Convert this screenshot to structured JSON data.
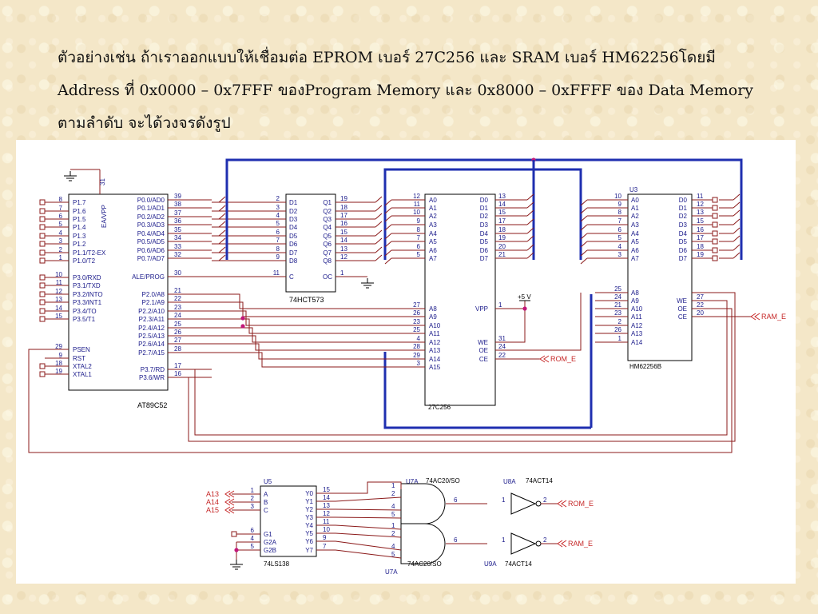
{
  "caption": {
    "line1": "ตัวอย่างเช่น ถ้าเราออกแบบให้เชื่อมต่อ EPROM เบอร์ 27C256 และ SRAM เบอร์ HM62256โดยมี",
    "line2": "Address ที่ 0x0000 – 0x7FFF ของProgram Memory และ 0x8000 – 0xFFFF ของ Data Memory",
    "line3": "ตามลำดับ จะได้วงจรดังรูป"
  },
  "mcu": {
    "name": "AT89C52",
    "ea_pin": "31",
    "ea_label": "EA/VPP",
    "left_pins": [
      {
        "num": "8",
        "label": "P1.7"
      },
      {
        "num": "7",
        "label": "P1.6"
      },
      {
        "num": "6",
        "label": "P1.5"
      },
      {
        "num": "5",
        "label": "P1.4"
      },
      {
        "num": "4",
        "label": "P1.3"
      },
      {
        "num": "3",
        "label": "P1.2"
      },
      {
        "num": "2",
        "label": "P1.1/T2-EX"
      },
      {
        "num": "1",
        "label": "P1.0/T2"
      },
      {
        "num": "10",
        "label": "P3.0/RXD"
      },
      {
        "num": "11",
        "label": "P3.1/TXD"
      },
      {
        "num": "12",
        "label": "P3.2/INTO"
      },
      {
        "num": "13",
        "label": "P3.3/INT1"
      },
      {
        "num": "14",
        "label": "P3.4/TO"
      },
      {
        "num": "15",
        "label": "P3.5/T1"
      },
      {
        "num": "29",
        "label": "PSEN"
      },
      {
        "num": "9",
        "label": "RST"
      },
      {
        "num": "18",
        "label": "XTAL2"
      },
      {
        "num": "19",
        "label": "XTAL1"
      }
    ],
    "right_pins": [
      {
        "num": "39",
        "label": "P0.0/AD0"
      },
      {
        "num": "38",
        "label": "P0.1/AD1"
      },
      {
        "num": "37",
        "label": "P0.2/AD2"
      },
      {
        "num": "36",
        "label": "P0.3/AD3"
      },
      {
        "num": "35",
        "label": "P0.4/AD4"
      },
      {
        "num": "34",
        "label": "P0.5/AD5"
      },
      {
        "num": "33",
        "label": "P0.6/AD6"
      },
      {
        "num": "32",
        "label": "P0.7/AD7"
      },
      {
        "num": "30",
        "label": "ALE/PROG"
      },
      {
        "num": "21",
        "label": "P2.0/A8"
      },
      {
        "num": "22",
        "label": "P2.1/A9"
      },
      {
        "num": "23",
        "label": "P2.2/A10"
      },
      {
        "num": "24",
        "label": "P2.3/A11"
      },
      {
        "num": "25",
        "label": "P2.4/A12"
      },
      {
        "num": "26",
        "label": "P2.5/A13"
      },
      {
        "num": "27",
        "label": "P2.6/A14"
      },
      {
        "num": "28",
        "label": "P2.7/A15"
      },
      {
        "num": "17",
        "label": "P3.7/RD"
      },
      {
        "num": "16",
        "label": "P3.6/WR"
      }
    ]
  },
  "latch": {
    "name": "74HCT573",
    "d_pins": [
      {
        "num": "2",
        "label": "D1"
      },
      {
        "num": "3",
        "label": "D2"
      },
      {
        "num": "4",
        "label": "D3"
      },
      {
        "num": "5",
        "label": "D4"
      },
      {
        "num": "6",
        "label": "D5"
      },
      {
        "num": "7",
        "label": "D6"
      },
      {
        "num": "8",
        "label": "D7"
      },
      {
        "num": "9",
        "label": "D8"
      }
    ],
    "q_pins": [
      {
        "num": "19",
        "label": "Q1"
      },
      {
        "num": "18",
        "label": "Q2"
      },
      {
        "num": "17",
        "label": "Q3"
      },
      {
        "num": "16",
        "label": "Q4"
      },
      {
        "num": "15",
        "label": "Q5"
      },
      {
        "num": "14",
        "label": "Q6"
      },
      {
        "num": "13",
        "label": "Q7"
      },
      {
        "num": "12",
        "label": "Q8"
      }
    ],
    "c_pin": {
      "num": "11",
      "label": "C"
    },
    "oc_pin": {
      "num": "1",
      "label": "OC"
    }
  },
  "eprom": {
    "name": "27C256",
    "a_low": [
      {
        "num": "12",
        "label": "A0"
      },
      {
        "num": "11",
        "label": "A1"
      },
      {
        "num": "10",
        "label": "A2"
      },
      {
        "num": "9",
        "label": "A3"
      },
      {
        "num": "8",
        "label": "A4"
      },
      {
        "num": "7",
        "label": "A5"
      },
      {
        "num": "6",
        "label": "A6"
      },
      {
        "num": "5",
        "label": "A7"
      }
    ],
    "a_high": [
      {
        "num": "27",
        "label": "A8"
      },
      {
        "num": "26",
        "label": "A9"
      },
      {
        "num": "23",
        "label": "A10"
      },
      {
        "num": "25",
        "label": "A11"
      },
      {
        "num": "4",
        "label": "A12"
      },
      {
        "num": "28",
        "label": "A13"
      },
      {
        "num": "29",
        "label": "A14"
      },
      {
        "num": "3",
        "label": "A15"
      }
    ],
    "d_pins": [
      {
        "num": "13",
        "label": "D0"
      },
      {
        "num": "14",
        "label": "D1"
      },
      {
        "num": "15",
        "label": "D2"
      },
      {
        "num": "17",
        "label": "D3"
      },
      {
        "num": "18",
        "label": "D4"
      },
      {
        "num": "19",
        "label": "D5"
      },
      {
        "num": "20",
        "label": "D6"
      },
      {
        "num": "21",
        "label": "D7"
      }
    ],
    "ctrl_pins": [
      {
        "num": "1",
        "label": "VPP"
      },
      {
        "num": "31",
        "label": "WE"
      },
      {
        "num": "24",
        "label": "OE"
      },
      {
        "num": "22",
        "label": "CE"
      }
    ],
    "vcc_label": "+5 V",
    "ce_signal": "ROM_E"
  },
  "sram": {
    "ref": "U3",
    "name": "HM62256B",
    "a_low": [
      {
        "num": "10",
        "label": "A0"
      },
      {
        "num": "9",
        "label": "A1"
      },
      {
        "num": "8",
        "label": "A2"
      },
      {
        "num": "7",
        "label": "A3"
      },
      {
        "num": "6",
        "label": "A4"
      },
      {
        "num": "5",
        "label": "A5"
      },
      {
        "num": "4",
        "label": "A6"
      },
      {
        "num": "3",
        "label": "A7"
      }
    ],
    "a_high": [
      {
        "num": "25",
        "label": "A8"
      },
      {
        "num": "24",
        "label": "A9"
      },
      {
        "num": "21",
        "label": "A10"
      },
      {
        "num": "23",
        "label": "A11"
      },
      {
        "num": "2",
        "label": "A12"
      },
      {
        "num": "26",
        "label": "A13"
      },
      {
        "num": "1",
        "label": "A14"
      }
    ],
    "d_pins": [
      {
        "num": "11",
        "label": "D0"
      },
      {
        "num": "12",
        "label": "D1"
      },
      {
        "num": "13",
        "label": "D2"
      },
      {
        "num": "15",
        "label": "D3"
      },
      {
        "num": "16",
        "label": "D4"
      },
      {
        "num": "17",
        "label": "D5"
      },
      {
        "num": "18",
        "label": "D6"
      },
      {
        "num": "19",
        "label": "D7"
      }
    ],
    "ctrl_pins": [
      {
        "num": "27",
        "label": "WE"
      },
      {
        "num": "22",
        "label": "OE"
      },
      {
        "num": "20",
        "label": "CE"
      }
    ],
    "ce_signal": "RAM_E"
  },
  "decoder": {
    "ref": "U5",
    "name": "74LS138",
    "inputs": [
      {
        "signal": "A13",
        "num": "1",
        "label": "A"
      },
      {
        "signal": "A14",
        "num": "2",
        "label": "B"
      },
      {
        "signal": "A15",
        "num": "3",
        "label": "C"
      }
    ],
    "enables": [
      {
        "num": "6",
        "label": "G1"
      },
      {
        "num": "4",
        "label": "G2A"
      },
      {
        "num": "5",
        "label": "G2B"
      }
    ],
    "outputs": [
      {
        "num": "15",
        "label": "Y0"
      },
      {
        "num": "14",
        "label": "Y1"
      },
      {
        "num": "13",
        "label": "Y2"
      },
      {
        "num": "12",
        "label": "Y3"
      },
      {
        "num": "11",
        "label": "Y4"
      },
      {
        "num": "10",
        "label": "Y5"
      },
      {
        "num": "9",
        "label": "Y6"
      },
      {
        "num": "7",
        "label": "Y7"
      }
    ]
  },
  "gates": [
    {
      "ref": "U7A",
      "type": "74AC20/SO",
      "pins_in": [
        "1",
        "2",
        "4",
        "5"
      ],
      "pin_out": "6"
    },
    {
      "ref": "U7A",
      "type": "74AC20/SO",
      "pins_in": [
        "1",
        "2",
        "4",
        "5"
      ],
      "pin_out": "6"
    }
  ],
  "inverters": [
    {
      "ref": "U8A",
      "type": "74ACT14",
      "pin_in": "1",
      "pin_out": "2",
      "signal": "ROM_E"
    },
    {
      "ref": "U9A",
      "type": "74ACT14",
      "pin_in": "1",
      "pin_out": "2",
      "signal": "RAM_E"
    }
  ],
  "colors": {
    "wire": "#8b1a1a",
    "bus": "#1f2fb0",
    "component": "#000000",
    "text": "#1a1a8a",
    "junction": "#c2187a",
    "port": "#c62828"
  }
}
